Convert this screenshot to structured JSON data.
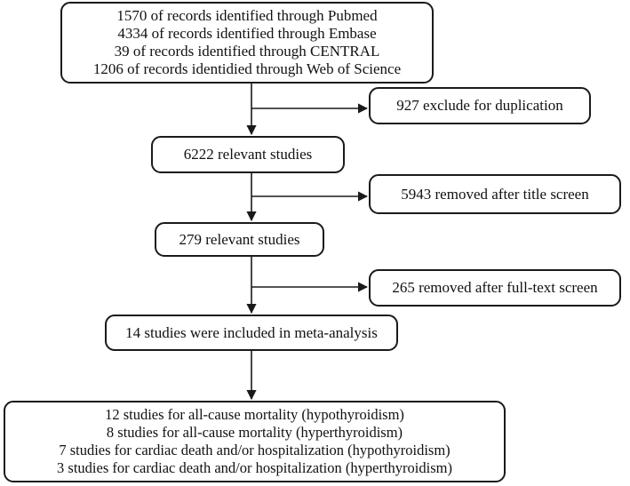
{
  "flow": {
    "sources": {
      "lines": [
        "1570 of records identified through Pubmed",
        "4334 of records identified through Embase",
        "39 of records identified through CENTRAL",
        "1206 of records identidied through Web of Science"
      ]
    },
    "exclude_duplication": "927 exclude for duplication",
    "relevant_1": "6222 relevant studies",
    "removed_title": "5943 removed after title screen",
    "relevant_2": "279 relevant studies",
    "removed_fulltext": "265 removed after full-text screen",
    "included": "14 studies were included in meta-analysis",
    "outcomes": {
      "lines": [
        "12 studies for all-cause mortality (hypothyroidism)",
        "8 studies for all-cause mortality (hyperthyroidism)",
        "7 studies for cardiac death and/or hospitalization (hypothyroidism)",
        "3 studies for cardiac death and/or hospitalization (hyperthyroidism)"
      ]
    }
  },
  "colors": {
    "stroke": "#1a1a1a",
    "text": "#111111",
    "background": "#ffffff"
  }
}
